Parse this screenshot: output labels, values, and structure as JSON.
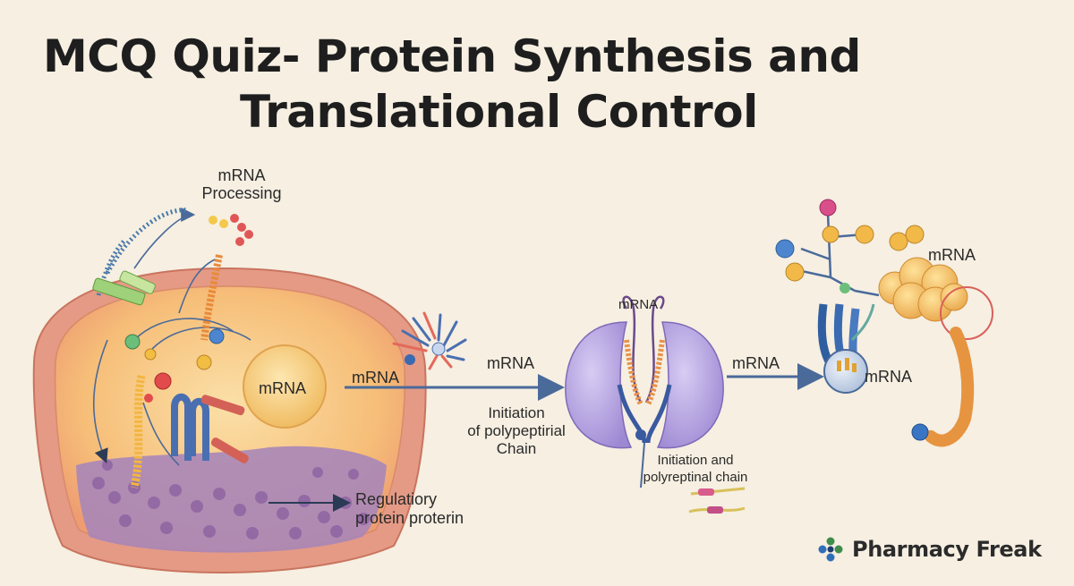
{
  "title": {
    "line1": "MCQ Quiz- Protein Synthesis and",
    "line2": "Translational Control"
  },
  "labels": {
    "mrna_processing_1": "mRNA",
    "mrna_processing_2": "Processing",
    "cell_mrna": "mRNA",
    "regulatory_1": "Regulatiory",
    "regulatory_2": "protein proterin",
    "arrow1_left": "mRNA",
    "arrow1_right": "mRNA",
    "initiation_1": "Initiation",
    "initiation_2": "of polypeptirial",
    "initiation_3": "Chain",
    "ribosome_top": "mRNA",
    "initiation_poly_1": "Initiation and",
    "initiation_poly_2": "polyreptinal chain",
    "arrow2": "mRNA",
    "complex_top": "mRNA",
    "complex_mid": "mRNA"
  },
  "brand": {
    "name": "Pharmacy Freak"
  },
  "colors": {
    "background": "#f6efe2",
    "arrow": "#4a6a9a",
    "cell_outer": "#e7a08e",
    "cell_inner": "#f7c785",
    "ribosome": "#b9a9e0",
    "nucleus": "#f6cf85"
  }
}
